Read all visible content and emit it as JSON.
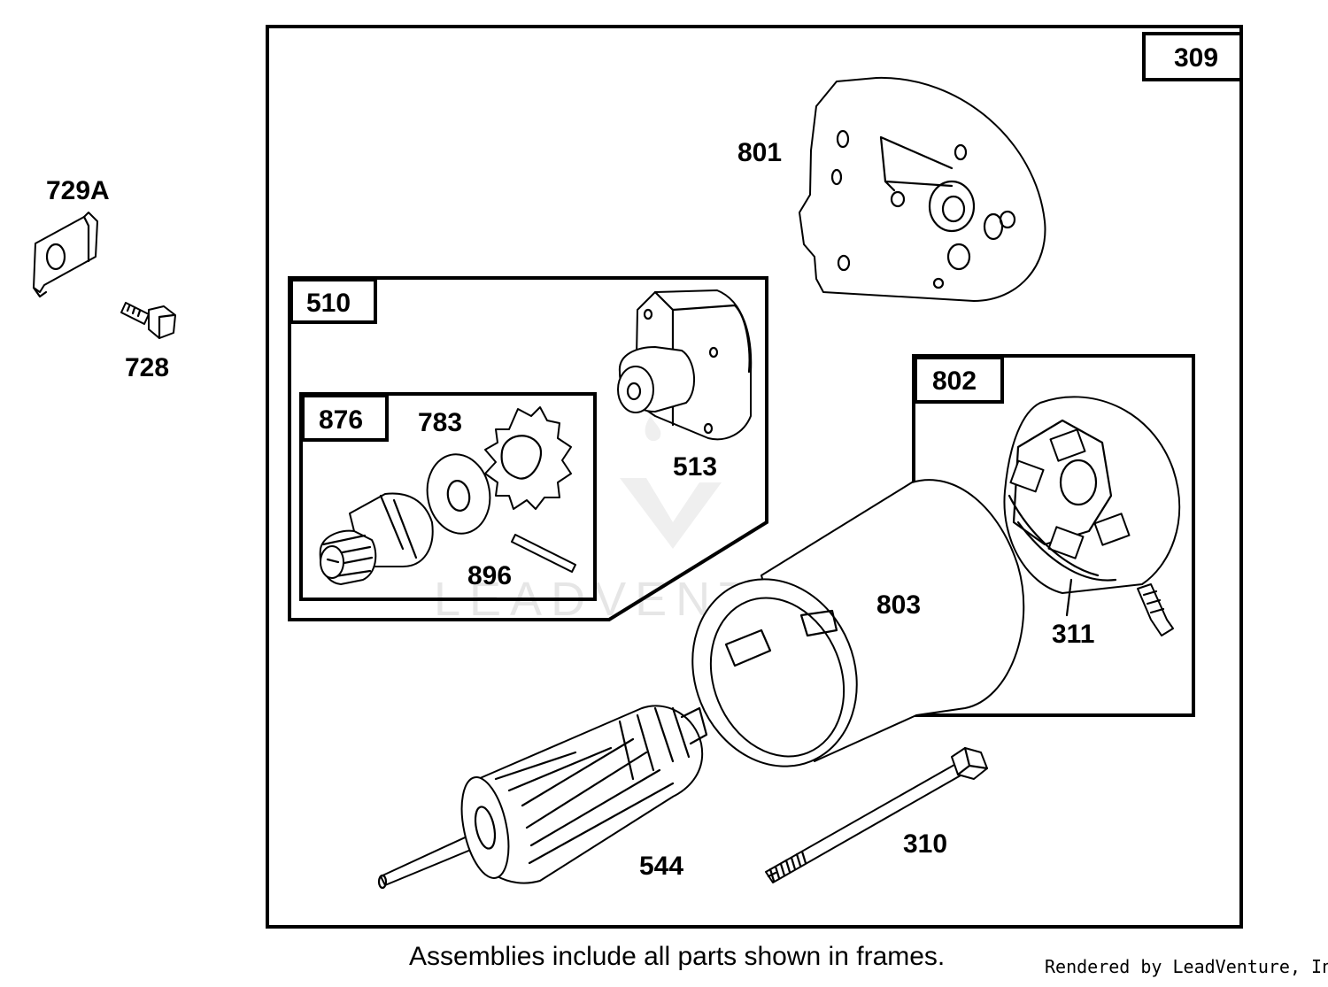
{
  "diagram": {
    "labels": {
      "p309": "309",
      "p801": "801",
      "p729a": "729A",
      "p728": "728",
      "p510": "510",
      "p513": "513",
      "p876": "876",
      "p783": "783",
      "p896": "896",
      "p802": "802",
      "p311": "311",
      "p803": "803",
      "p544": "544",
      "p310": "310"
    },
    "watermark": "LEADVENTURE",
    "footer_note": "Assemblies include all parts shown in frames.",
    "rendered_by": "Rendered by LeadVenture, Inc."
  },
  "colors": {
    "line": "#000000",
    "background": "#ffffff",
    "watermark": "#e6e6e6"
  }
}
